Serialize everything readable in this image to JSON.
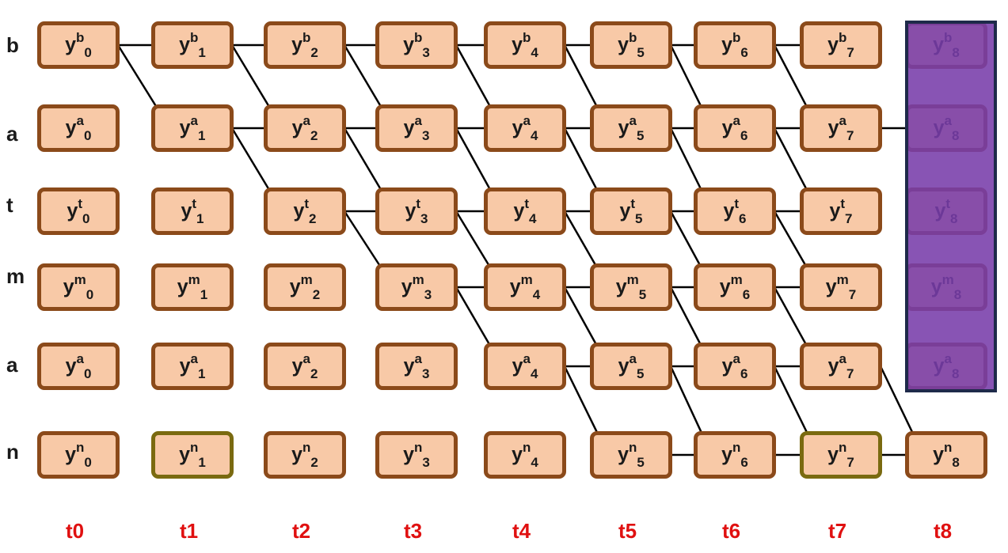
{
  "rows": [
    {
      "label": "b",
      "sup": "b"
    },
    {
      "label": "a",
      "sup": "a"
    },
    {
      "label": "t",
      "sup": "t"
    },
    {
      "label": "m",
      "sup": "m"
    },
    {
      "label": "a",
      "sup": "a"
    },
    {
      "label": "n",
      "sup": "n"
    }
  ],
  "columns": [
    "t0",
    "t1",
    "t2",
    "t3",
    "t4",
    "t5",
    "t6",
    "t7",
    "t8"
  ],
  "node_base": "y",
  "olive_nodes": [
    "5-1",
    "5-7"
  ],
  "highlighted_column": 8,
  "edges": [
    [
      "0-0",
      "0-1"
    ],
    [
      "0-0",
      "1-1"
    ],
    [
      "0-1",
      "0-2"
    ],
    [
      "0-1",
      "1-2"
    ],
    [
      "0-2",
      "0-3"
    ],
    [
      "0-2",
      "1-3"
    ],
    [
      "0-3",
      "0-4"
    ],
    [
      "0-3",
      "1-4"
    ],
    [
      "0-4",
      "0-5"
    ],
    [
      "0-4",
      "1-5"
    ],
    [
      "0-5",
      "0-6"
    ],
    [
      "0-5",
      "1-6"
    ],
    [
      "0-6",
      "0-7"
    ],
    [
      "0-6",
      "1-7"
    ],
    [
      "1-1",
      "1-2"
    ],
    [
      "1-1",
      "2-2"
    ],
    [
      "1-2",
      "1-3"
    ],
    [
      "1-2",
      "2-3"
    ],
    [
      "1-3",
      "1-4"
    ],
    [
      "1-3",
      "2-4"
    ],
    [
      "1-4",
      "1-5"
    ],
    [
      "1-4",
      "2-5"
    ],
    [
      "1-5",
      "1-6"
    ],
    [
      "1-5",
      "2-6"
    ],
    [
      "1-6",
      "1-7"
    ],
    [
      "1-6",
      "2-7"
    ],
    [
      "1-7",
      "1-8"
    ],
    [
      "2-2",
      "2-3"
    ],
    [
      "2-2",
      "3-3"
    ],
    [
      "2-3",
      "2-4"
    ],
    [
      "2-3",
      "3-4"
    ],
    [
      "2-4",
      "2-5"
    ],
    [
      "2-4",
      "3-5"
    ],
    [
      "2-5",
      "2-6"
    ],
    [
      "2-5",
      "3-6"
    ],
    [
      "2-6",
      "2-7"
    ],
    [
      "2-6",
      "3-7"
    ],
    [
      "3-3",
      "3-4"
    ],
    [
      "3-3",
      "4-4"
    ],
    [
      "3-4",
      "3-5"
    ],
    [
      "3-4",
      "4-5"
    ],
    [
      "3-5",
      "3-6"
    ],
    [
      "3-5",
      "4-6"
    ],
    [
      "3-6",
      "3-7"
    ],
    [
      "3-6",
      "4-7"
    ],
    [
      "4-4",
      "4-5"
    ],
    [
      "4-4",
      "5-5"
    ],
    [
      "4-5",
      "4-6"
    ],
    [
      "4-5",
      "5-6"
    ],
    [
      "4-6",
      "4-7"
    ],
    [
      "4-6",
      "5-7"
    ],
    [
      "4-7",
      "5-8"
    ],
    [
      "5-5",
      "5-6"
    ],
    [
      "5-6",
      "5-7"
    ],
    [
      "5-7",
      "5-8"
    ]
  ]
}
